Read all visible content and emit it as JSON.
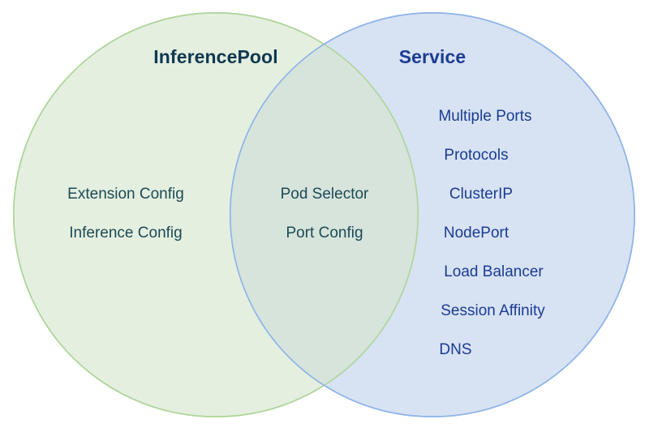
{
  "diagram": {
    "type": "venn-2-set",
    "background_color": "#ffffff",
    "left_set": {
      "title": "InferencePool",
      "title_color": "#10384f",
      "fill_color": "#e4efe0",
      "stroke_color": "#aed59a",
      "text_color": "#1d4a54",
      "items": [
        "Extension Config",
        "Inference Config"
      ]
    },
    "right_set": {
      "title": "Service",
      "title_color": "#1b3c92",
      "fill_color": "#d7e2f3",
      "stroke_color": "#8fb4e8",
      "text_color": "#1b3c92",
      "items": [
        "Multiple Ports",
        "Protocols",
        "ClusterIP",
        "NodePort",
        "Load Balancer",
        "Session Affinity",
        "DNS"
      ]
    },
    "intersection": {
      "fill_color": "#d6e4dc",
      "text_color": "#1d4a54",
      "items": [
        "Pod Selector",
        "Port Config"
      ]
    }
  }
}
